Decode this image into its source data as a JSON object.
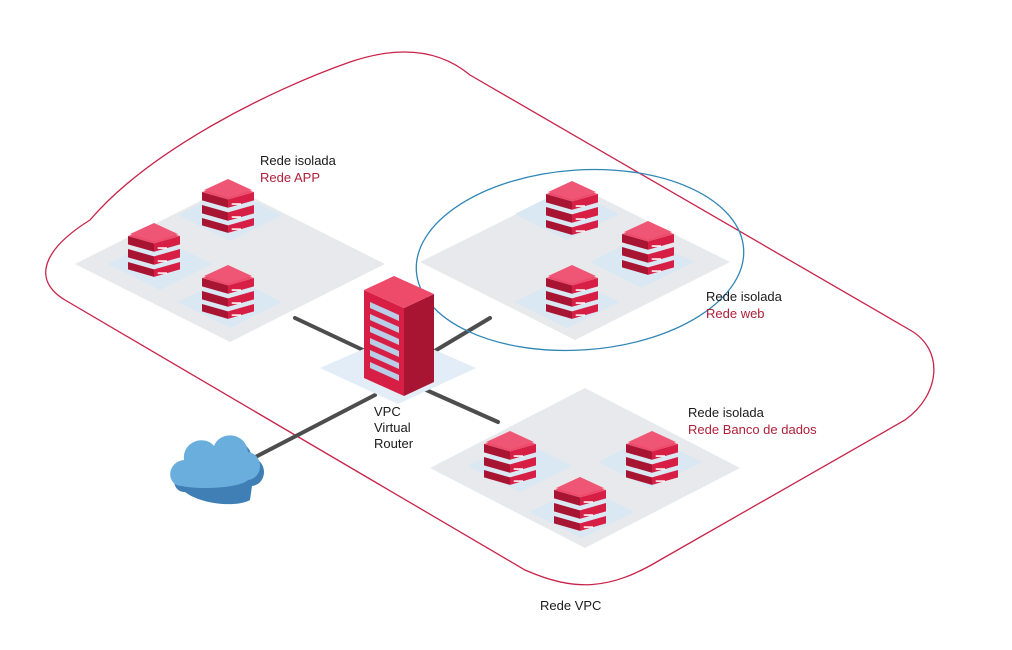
{
  "colors": {
    "vpc_border": "#c8234a",
    "highlight_ellipse": "#2f86b5",
    "server_front": "#d71f45",
    "server_side": "#a81533",
    "server_top": "#ee4a6a",
    "platform": "#e8e9ec",
    "tile": "#d9e8f3",
    "cloud": "#6aaede",
    "link": "#4d4d4d"
  },
  "icons": {
    "server": "server-stack-icon",
    "router": "router-rack-icon",
    "cloud": "cloud-icon"
  },
  "networks": {
    "app": {
      "title": "Rede isolada",
      "name": "Rede APP"
    },
    "web": {
      "title": "Rede isolada",
      "name": "Rede web"
    },
    "db": {
      "title": "Rede isolada",
      "name": "Rede Banco de dados"
    }
  },
  "router": {
    "line1": "VPC",
    "line2": "Virtual",
    "line3": "Router"
  },
  "vpc": {
    "label": "Rede VPC"
  }
}
